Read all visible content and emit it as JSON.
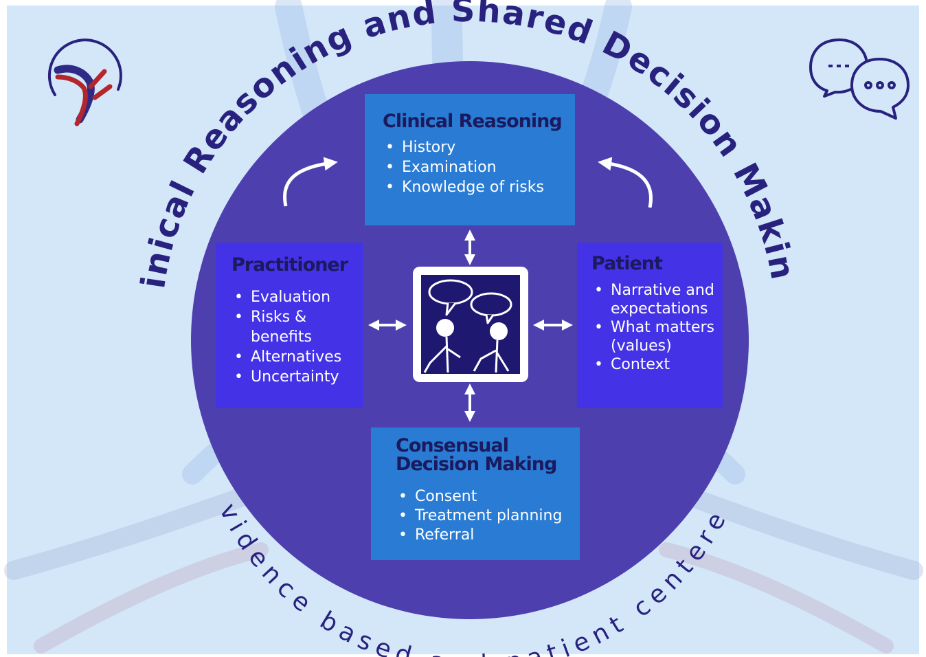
{
  "top_arc_text": "Clinical  Reasoning  and  Shared  Decision  Making",
  "bottom_arc_text": "Evidence  based  and  patient  centered",
  "boxes": {
    "clinical_reasoning": {
      "title": "Clinical Reasoning",
      "items": [
        "History",
        "Examination",
        "Knowledge of risks"
      ]
    },
    "practitioner": {
      "title": "Practitioner",
      "items": [
        "Evaluation",
        "Risks &",
        "benefits",
        "Alternatives",
        "Uncertainty"
      ]
    },
    "patient": {
      "title": "Patient",
      "items": [
        "Narrative and",
        "expectations",
        "What matters",
        "(values)",
        "Context"
      ]
    },
    "consensual": {
      "title_line1": "Consensual",
      "title_line2": "Decision Making",
      "items": [
        "Consent",
        "Treatment planning",
        "Referral"
      ]
    }
  },
  "icons": {
    "logo": "heart-vessel-logo-icon",
    "chat": "chat-bubbles-icon",
    "center": "two-people-conversation-icon"
  },
  "colors": {
    "background": "#d3e7f9",
    "circle": "#4d3fae",
    "blue_box": "#2a7bd3",
    "violet_box": "#4433e6",
    "dark_text": "#28227e"
  }
}
